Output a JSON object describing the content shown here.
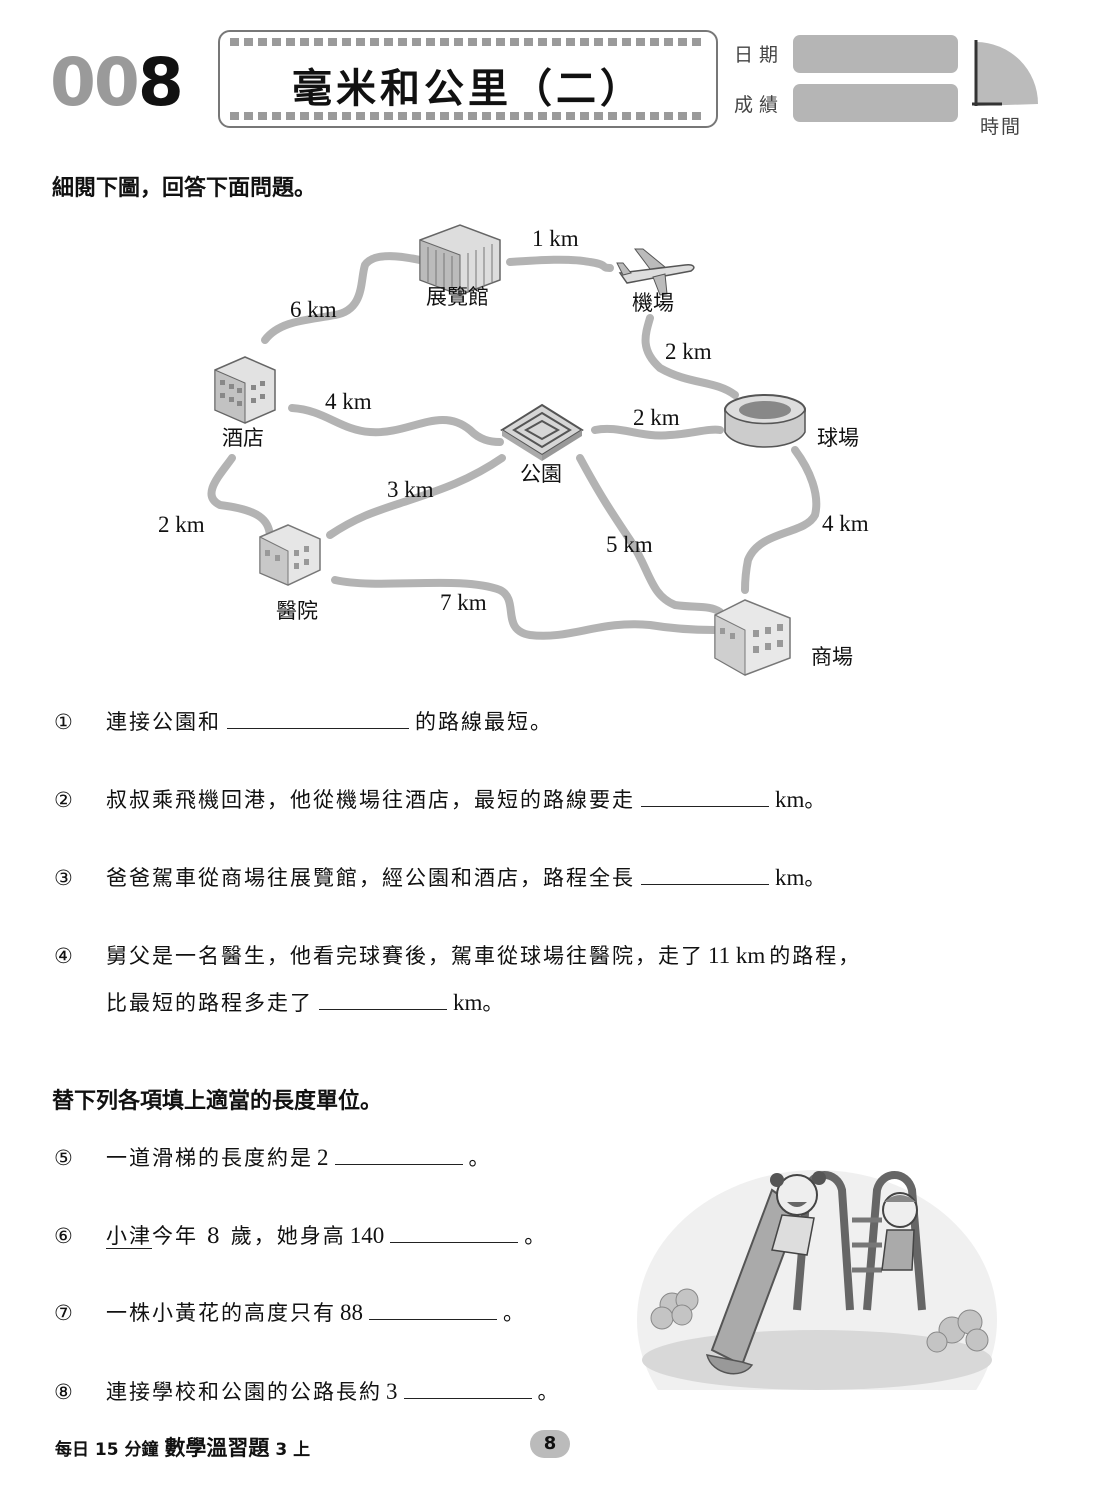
{
  "header": {
    "lesson_prefix": "00",
    "lesson_last": "8",
    "title": "毫米和公里（二）",
    "date_label": "日期",
    "score_label": "成績",
    "time_label": "時間"
  },
  "section1": {
    "instruction": "細閱下圖，回答下面問題。"
  },
  "map": {
    "places": {
      "exhibition": "展覽館",
      "airport": "機場",
      "hotel": "酒店",
      "park": "公園",
      "stadium": "球場",
      "hospital": "醫院",
      "mall": "商場"
    },
    "distances": {
      "exhibition_airport": "1 km",
      "hotel_exhibition": "6 km",
      "airport_stadium": "2 km",
      "hotel_park": "4 km",
      "park_stadium": "2 km",
      "park_hospital": "3 km",
      "hotel_hospital": "2 km",
      "park_mall": "5 km",
      "stadium_mall": "4 km",
      "hospital_mall": "7 km"
    }
  },
  "questions": {
    "q1": {
      "num": "①",
      "before": "連接公園和",
      "after": "的路線最短。"
    },
    "q2": {
      "num": "②",
      "before": "叔叔乘飛機回港，他從機場往酒店，最短的路線要走",
      "unit": "km",
      "end": "。"
    },
    "q3": {
      "num": "③",
      "before": "爸爸駕車從商場往展覽館，經公園和酒店，路程全長",
      "unit": "km",
      "end": "。"
    },
    "q4": {
      "num": "④",
      "line1": "舅父是一名醫生，他看完球賽後，駕車從球場往醫院，走了",
      "value": "11 km",
      "line1_end": "的路程，",
      "line2": "比最短的路程多走了",
      "unit": "km",
      "end": "。"
    }
  },
  "section2": {
    "instruction": "替下列各項填上適當的長度單位。"
  },
  "questions2": {
    "q5": {
      "num": "⑤",
      "before": "一道滑梯的長度約是",
      "value": "2",
      "end": "。"
    },
    "q6": {
      "num": "⑥",
      "name": "小津",
      "before": "今年 8 歲，她身高",
      "value": "140",
      "end": "。"
    },
    "q7": {
      "num": "⑦",
      "before": "一株小黃花的高度只有",
      "value": "88",
      "end": "。"
    },
    "q8": {
      "num": "⑧",
      "before": "連接學校和公園的公路長約",
      "value": "3",
      "end": "。"
    }
  },
  "footer": {
    "series_small": "每日 15 分鐘",
    "series_big": "數學溫習題",
    "grade": "3 上",
    "page": "8"
  }
}
